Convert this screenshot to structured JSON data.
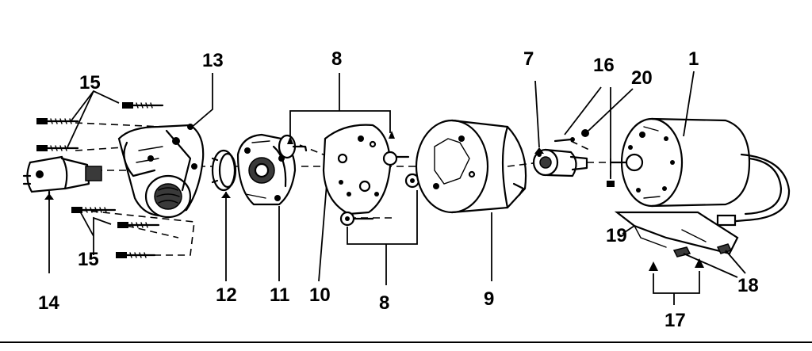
{
  "callouts": {
    "c1": "1",
    "c7": "7",
    "c8_top": "8",
    "c8_bottom": "8",
    "c9": "9",
    "c10": "10",
    "c11": "11",
    "c12": "12",
    "c13": "13",
    "c14": "14",
    "c15_top": "15",
    "c15_bottom": "15",
    "c16": "16",
    "c17": "17",
    "c18": "18",
    "c19": "19",
    "c20": "20"
  }
}
